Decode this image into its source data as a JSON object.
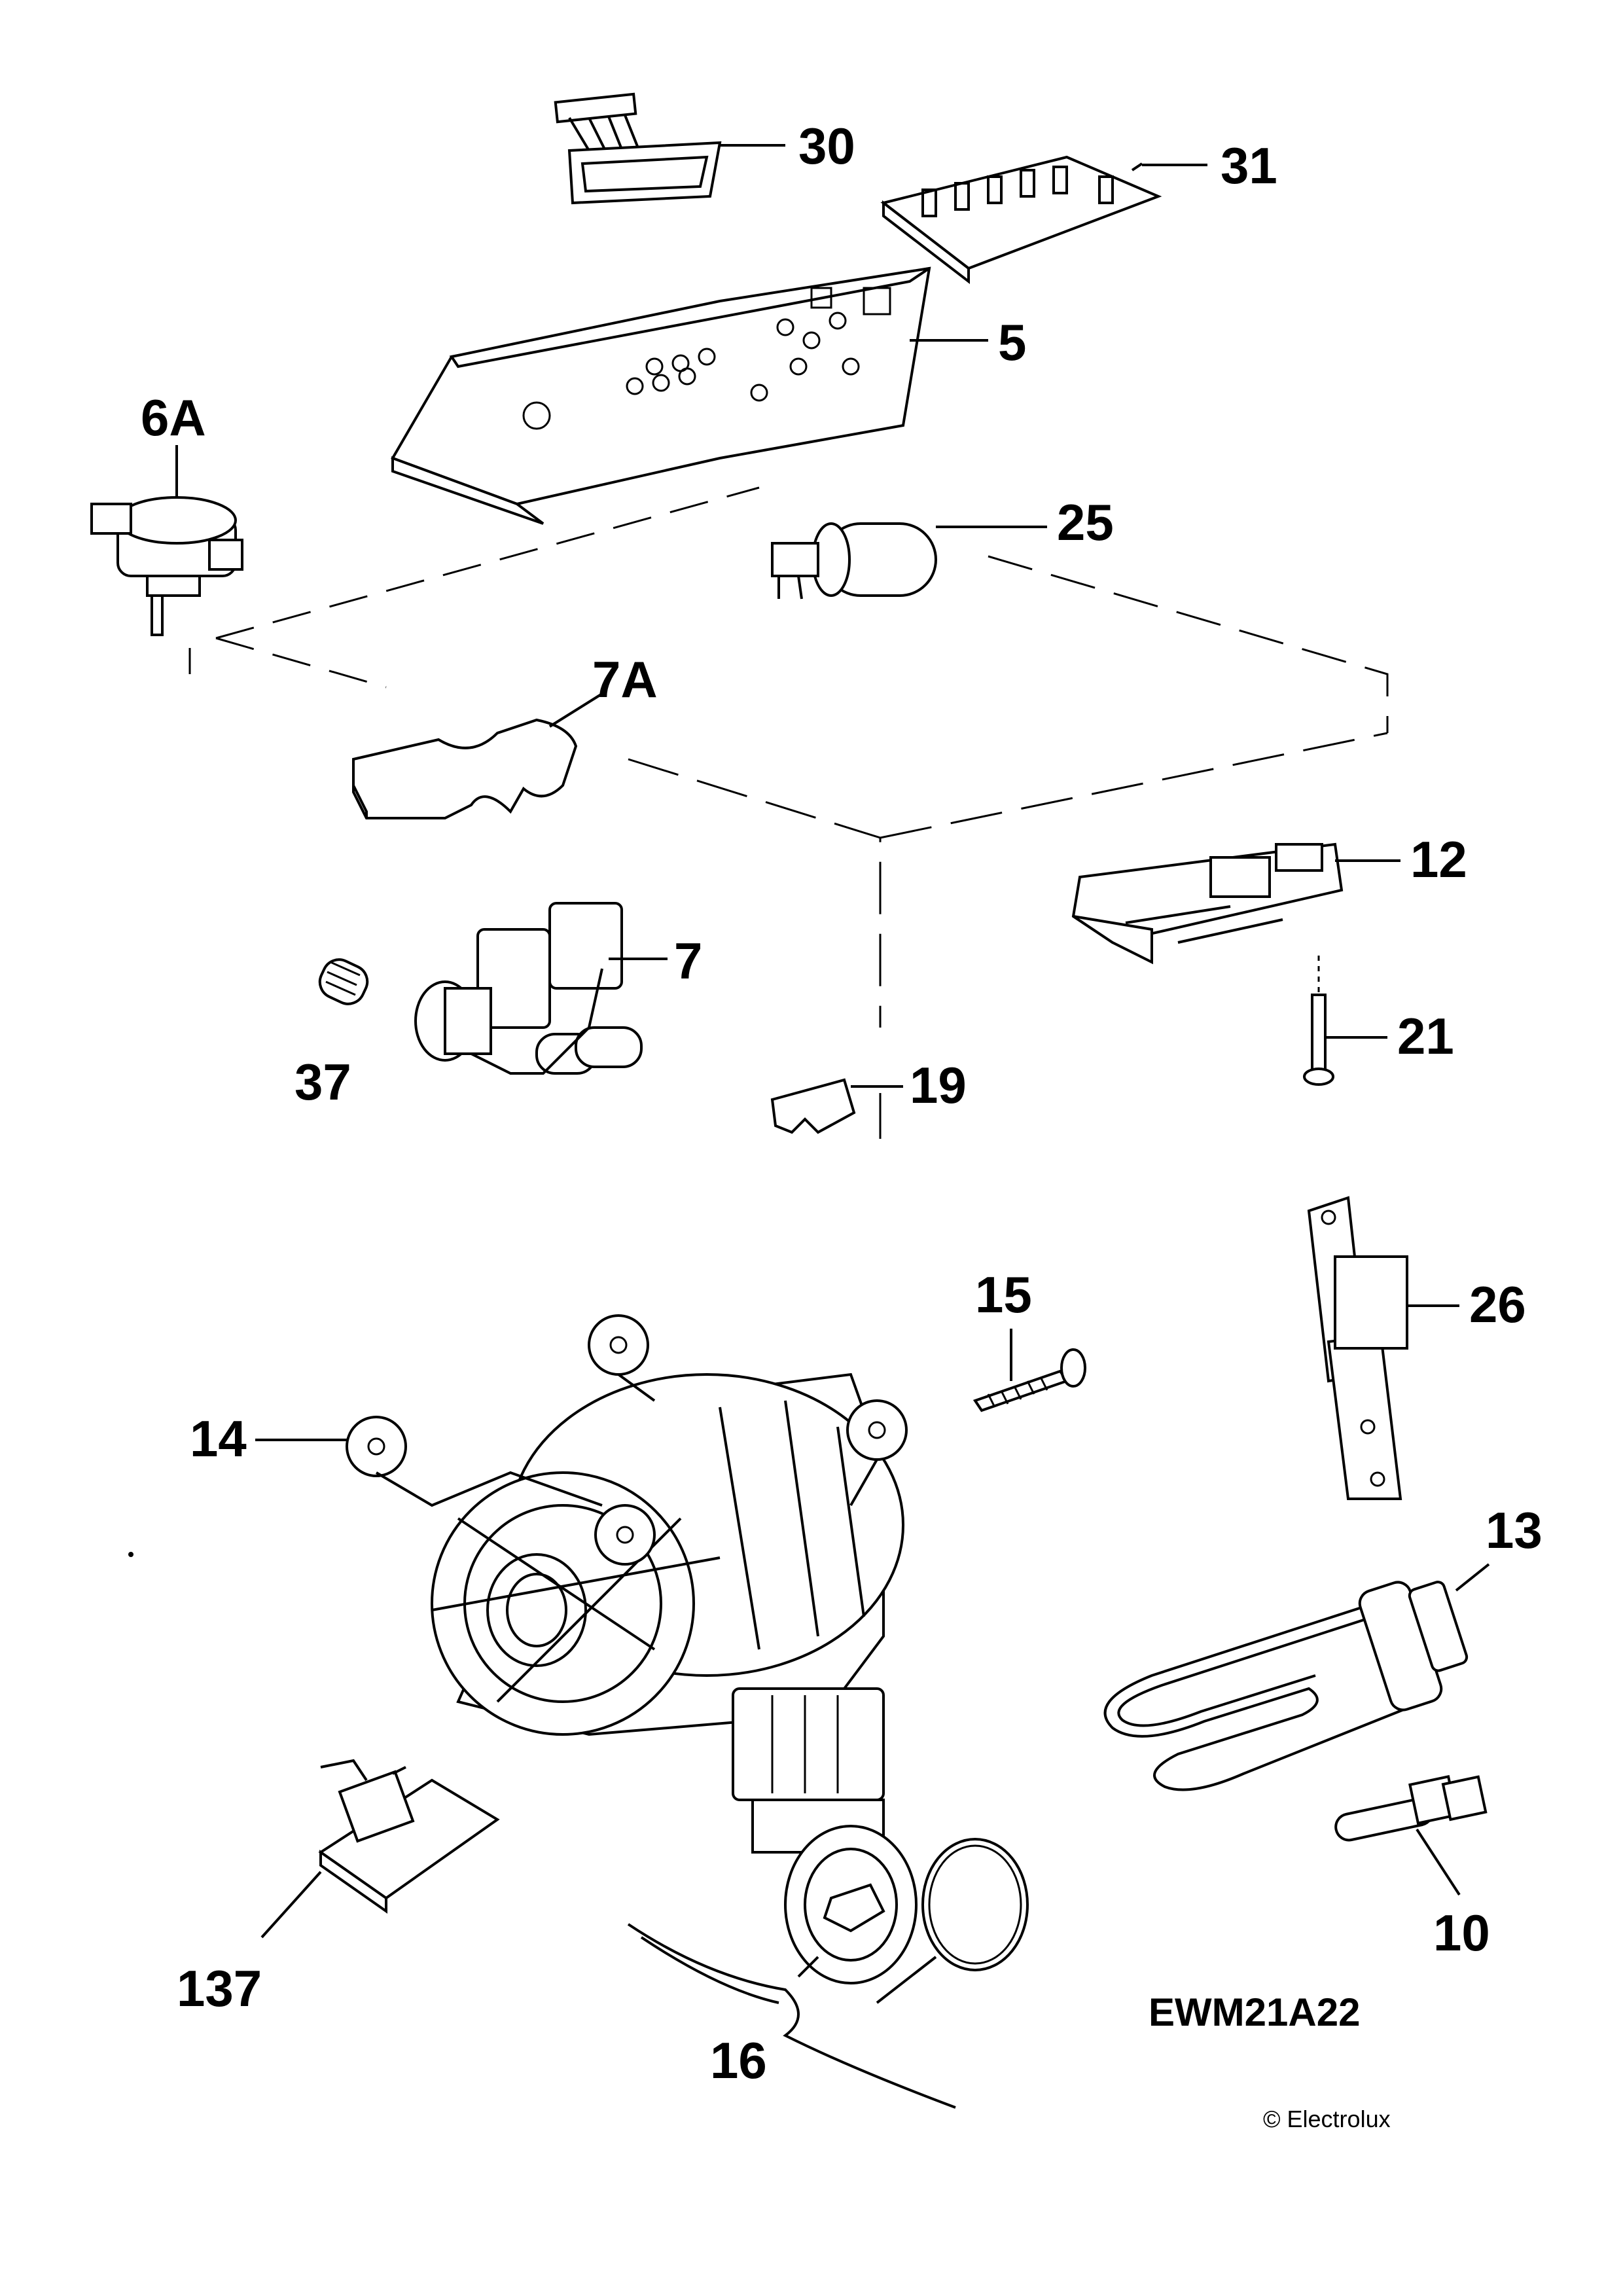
{
  "parts": [
    {
      "id": "p30",
      "label": "30"
    },
    {
      "id": "p31",
      "label": "31"
    },
    {
      "id": "p5",
      "label": "5"
    },
    {
      "id": "p6a",
      "label": "6A"
    },
    {
      "id": "p25",
      "label": "25"
    },
    {
      "id": "p7a",
      "label": "7A"
    },
    {
      "id": "p12",
      "label": "12"
    },
    {
      "id": "p7",
      "label": "7"
    },
    {
      "id": "p21",
      "label": "21"
    },
    {
      "id": "p37",
      "label": "37"
    },
    {
      "id": "p19",
      "label": "19"
    },
    {
      "id": "p15",
      "label": "15"
    },
    {
      "id": "p26",
      "label": "26"
    },
    {
      "id": "p14",
      "label": "14"
    },
    {
      "id": "p13",
      "label": "13"
    },
    {
      "id": "p137",
      "label": "137"
    },
    {
      "id": "p10",
      "label": "10"
    },
    {
      "id": "p16",
      "label": "16"
    }
  ],
  "model": "EWM21A22",
  "copyright": "© Electrolux"
}
